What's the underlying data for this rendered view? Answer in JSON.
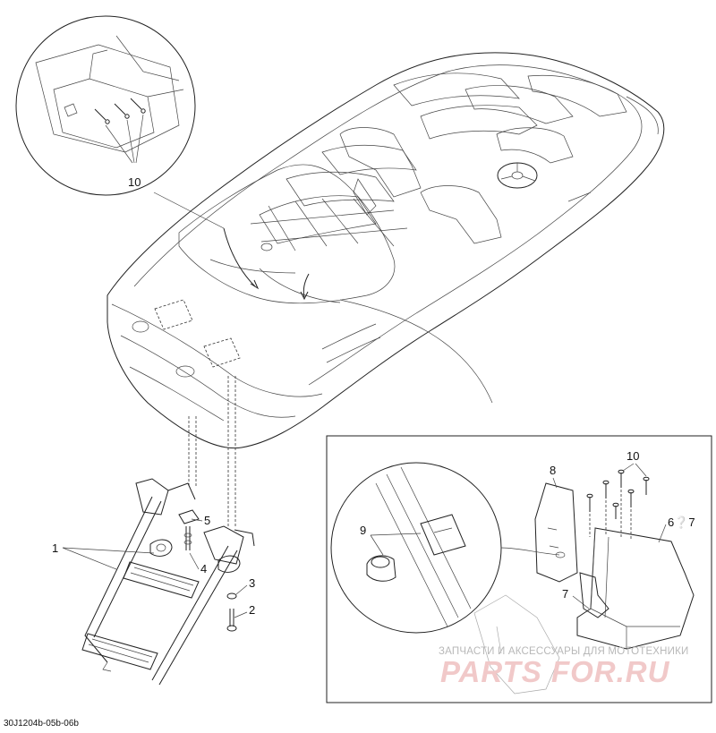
{
  "diagram": {
    "callouts": {
      "c1": "1",
      "c2": "2",
      "c3": "3",
      "c4": "4",
      "c5": "5",
      "c6_7": "6❔7",
      "c7": "7",
      "c8": "8",
      "c9": "9",
      "c10_detail": "10",
      "c10_inset": "10"
    },
    "figure_code": "30J1204b-05b-06b",
    "watermark": {
      "tagline": "ЗАПЧАСТИ И АКСЕССУАРЫ ДЛЯ МОТОТЕХНИКИ",
      "logo_text": "PARTS FOR.RU"
    }
  }
}
